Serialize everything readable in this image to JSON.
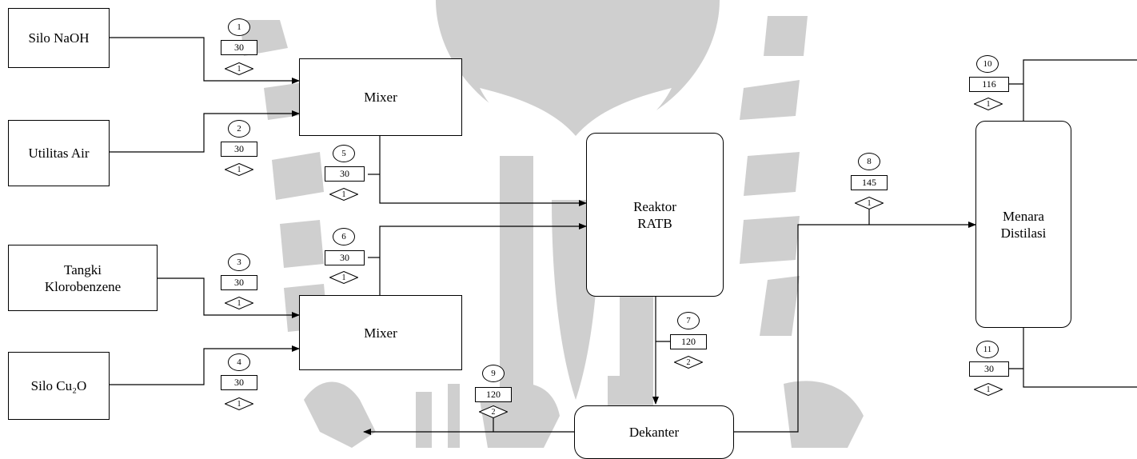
{
  "units": {
    "silo_naoh": "Silo NaOH",
    "utilitas_air": "Utilitas Air",
    "tangki_klorobenzene": "Tangki\nKlorobenzene",
    "silo_cu2o": "Silo Cu₂O",
    "mixer_1": "Mixer",
    "mixer_2": "Mixer",
    "reaktor": "Reaktor\nRATB",
    "dekanter": "Dekanter",
    "menara_distilasi": "Menara\nDistilasi"
  },
  "streams": [
    {
      "id": "1",
      "temperature": "30",
      "pressure": "1"
    },
    {
      "id": "2",
      "temperature": "30",
      "pressure": "1"
    },
    {
      "id": "3",
      "temperature": "30",
      "pressure": "1"
    },
    {
      "id": "4",
      "temperature": "30",
      "pressure": "1"
    },
    {
      "id": "5",
      "temperature": "30",
      "pressure": "1"
    },
    {
      "id": "6",
      "temperature": "30",
      "pressure": "1"
    },
    {
      "id": "7",
      "temperature": "120",
      "pressure": "2"
    },
    {
      "id": "8",
      "temperature": "145",
      "pressure": "1"
    },
    {
      "id": "9",
      "temperature": "120",
      "pressure": "2"
    },
    {
      "id": "10",
      "temperature": "116",
      "pressure": "1"
    },
    {
      "id": "11",
      "temperature": "30",
      "pressure": "1"
    }
  ],
  "colors": {
    "line": "#000000",
    "watermark": "#c8c8c8"
  }
}
